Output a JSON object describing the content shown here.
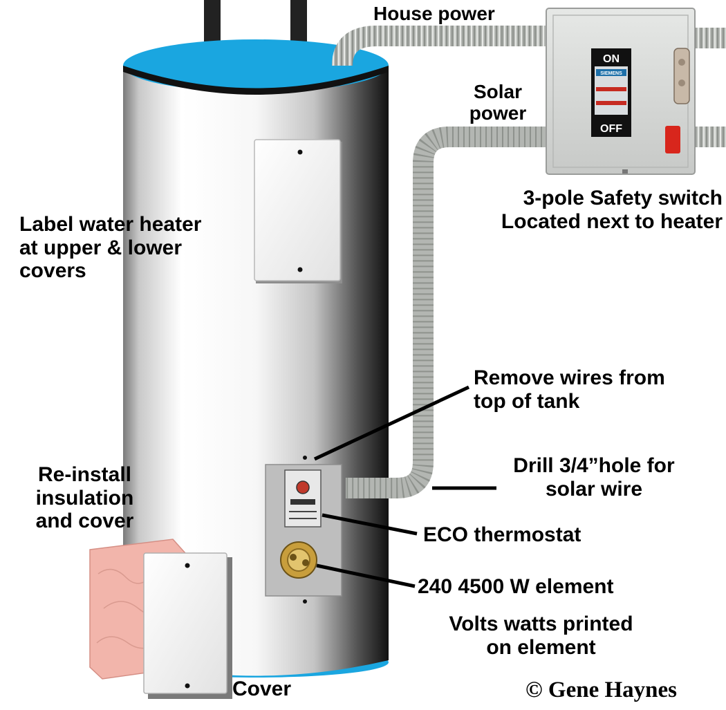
{
  "labels": {
    "house_power": "House power",
    "solar_power": "Solar\npower",
    "safety_switch": "3-pole Safety switch\nLocated next to heater",
    "label_heater": "Label water heater\nat upper & lower\ncovers",
    "remove_wires": "Remove wires from\ntop of tank",
    "drill_hole": "Drill 3/4”hole for\nsolar wire",
    "reinstall": "Re-install\ninsulation\nand cover",
    "eco_thermostat": "ECO thermostat",
    "element": "240 4500 W element",
    "volts_watts": "Volts watts printed\non element",
    "cover": "Cover",
    "copyright": "© Gene Haynes"
  },
  "switch": {
    "on_label": "ON",
    "off_label": "OFF",
    "brand": "SIEMENS"
  },
  "colors": {
    "tank_top": "#1aa6e0",
    "tank_body": "#f4f4f4",
    "conduit": "#a9aca8",
    "switch_box": "#d6d8d6",
    "handle_red": "#d8261c",
    "insulation": "#f2b5ab"
  }
}
